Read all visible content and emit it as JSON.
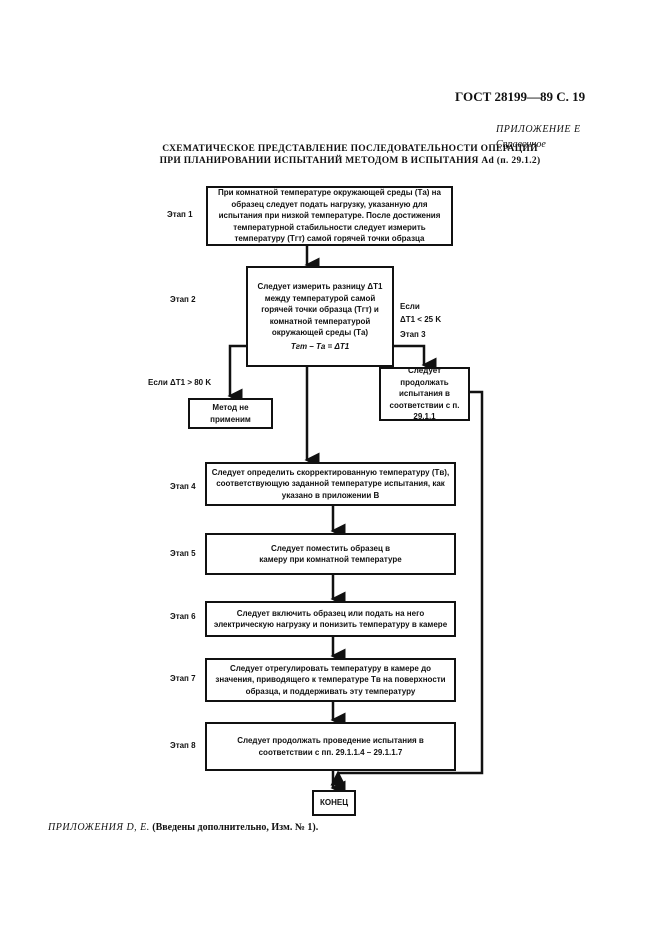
{
  "header": {
    "doc_id": "ГОСТ 28199—89 С. 19"
  },
  "appendix": {
    "title": "ПРИЛОЖЕНИЕ Е",
    "subtitle": "Справочное"
  },
  "heading": {
    "line1": "СХЕМАТИЧЕСКОЕ ПРЕДСТАВЛЕНИЕ ПОСЛЕДОВАТЕЛЬНОСТИ ОПЕРАЦИЙ",
    "line2": "ПРИ ПЛАНИРОВАНИИ ИСПЫТАНИЙ МЕТОДОМ В ИСПЫТАНИЯ Ad (п. 29.1.2)"
  },
  "flowchart": {
    "stages": [
      "Этап 1",
      "Этап 2",
      "Этап 3",
      "Этап 4",
      "Этап 5",
      "Этап 6",
      "Этап 7",
      "Этап 8"
    ],
    "box1": "При комнатной температуре окружающей среды (Tа) на образец следует подать нагрузку, указанную для испытания при низкой температуре. После достижения температурной стабильности следует измерить температуру (Tгт) самой горячей точки образца",
    "box2": "Следует измерить разницу ΔT1 между температурой самой горячей точки образца (Tгт) и комнатной температурой окружающей среды (Tа)",
    "box2_formula": "Tгт – Tа = ΔT1",
    "cond_left": "Если ΔT1 > 80 K",
    "cond_right_1": "Если",
    "cond_right_2": "ΔT1 < 25 K",
    "box_method": "Метод не применим",
    "box3": "Следует продолжать испытания в соответствии с п. 29.1.1",
    "box4": "Следует определить скорректированную температуру (Tв), соответствующую заданной температуре испытания, как указано в приложении B",
    "box5": "Следует поместить образец в камеру при комнатной температуре",
    "box6": "Следует включить образец или подать на него электрическую нагрузку и понизить температуру в камере",
    "box7": "Следует отрегулировать температуру в камере до значения, приводящего к температуре Tв на поверхности образца, и поддерживать эту температуру",
    "box8": "Следует продолжать проведение испытания в соответствии с пп. 29.1.1.4 – 29.1.1.7",
    "end": "КОНЕЦ"
  },
  "footer": {
    "italic": "ПРИЛОЖЕНИЯ D, E.",
    "text": "(Введены дополнительно, Изм. № 1)."
  }
}
